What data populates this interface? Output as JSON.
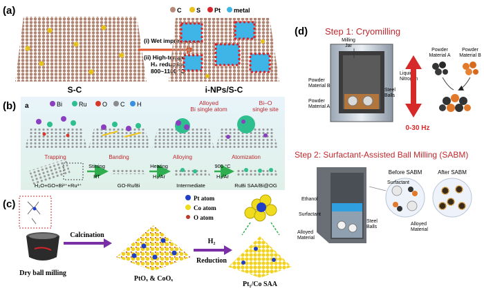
{
  "panel_a": {
    "label": "(a)",
    "legend": [
      {
        "text": "C",
        "color": "#b58a78"
      },
      {
        "text": "S",
        "color": "#e6c21a"
      },
      {
        "text": "Pt",
        "color": "#d8232a"
      },
      {
        "text": "metal",
        "color": "#3fb4e6"
      }
    ],
    "step1": "(i) Wet impregnation",
    "step2_line1": "(ii) High-temperature",
    "step2_line2": "H₂ reduction",
    "step2_line3": "800~1100 °C",
    "left_caption": "S-C",
    "right_caption": "i-NPs/S-C"
  },
  "panel_b": {
    "label": "(b)",
    "sublabel": "a",
    "legend": [
      {
        "text": "Bi",
        "color": "#8a3fc0"
      },
      {
        "text": "Ru",
        "color": "#2fbf8f"
      },
      {
        "text": "O",
        "color": "#d83a2a"
      },
      {
        "text": "C",
        "color": "#8c8c8c"
      },
      {
        "text": "H",
        "color": "#3a8fe0"
      }
    ],
    "note1_line1": "Alloyed",
    "note1_line2": "Bi single atom",
    "note2_line1": "Bi–O",
    "note2_line2": "single site",
    "stages": [
      "Trapping",
      "Banding",
      "Alloying",
      "Atomization"
    ],
    "arrow1_top": "Stirring",
    "arrow1_bottom": "RT",
    "arrow2_top": "Heating",
    "arrow2_bottom": "H₂/Ar",
    "arrow3_top": "900 °C",
    "arrow3_bottom": "H₂/Ar",
    "bottom_labels": [
      "H₂O+GO+Bi³⁺+Ru³⁺",
      "GO-Ru/Bi",
      "Intermediate",
      "RuBi SAA/Bi@OG"
    ]
  },
  "panel_c": {
    "label": "(c)",
    "legend": [
      {
        "text": "Pt atom",
        "color": "#1f3fc8"
      },
      {
        "text": "Co atom",
        "color": "#f0dc1e"
      },
      {
        "text": "O atom",
        "color": "#c0392b"
      }
    ],
    "step1": "Calcination",
    "step2_top": "H₂",
    "step2_bottom": "Reduction",
    "left_caption": "Dry ball milling",
    "mid_caption": "PtOₓ & CoOₓ",
    "right_caption": "Pt₁/Co SAA"
  },
  "panel_d": {
    "label": "(d)",
    "step1_title": "Step 1: Cryomilling",
    "step1_labels": {
      "milling_jar_line1": "Milling",
      "milling_jar_line2": "Jar",
      "liquid_line1": "Liquid",
      "liquid_line2": "Nitrogen",
      "powder_b_line1": "Powder",
      "powder_b_line2": "Material B",
      "powder_a_line1": "Powder",
      "powder_a_line2": "Material A",
      "steel_line1": "Steel",
      "steel_line2": "Balls",
      "freq": "0-30 Hz",
      "mat_a_line1": "Powder",
      "mat_a_line2": "Material A",
      "mat_b_line1": "Powder",
      "mat_b_line2": "Material B"
    },
    "step2_title": "Step 2: Surfactant-Assisted Ball Milling (SABM)",
    "step2_labels": {
      "ethanol": "Ethanol",
      "surfactant_left": "Surfactant",
      "alloyed_line1": "Alloyed",
      "alloyed_line2": "Material",
      "steel_line1": "Steel",
      "steel_line2": "Balls",
      "before": "Before SABM",
      "after": "After SABM",
      "surfactant_right": "Surfactant",
      "alloyed_r_line1": "Alloyed",
      "alloyed_r_line2": "Material"
    },
    "title_color": "#c0282d"
  }
}
